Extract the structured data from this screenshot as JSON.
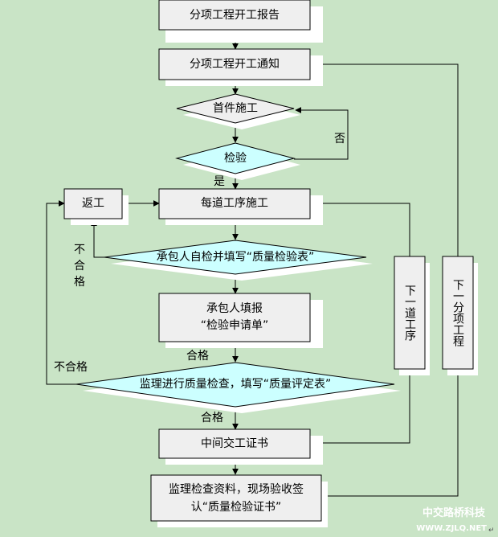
{
  "nodes": {
    "start_report": "分项工程开工报告",
    "start_notice": "分项工程开工通知",
    "first_piece": "首件施工",
    "inspect": "检验",
    "each_process": "每道工序施工",
    "rework": "返工",
    "self_check": "承包人自检并填写“质量检验表”",
    "apply_line1": "承包人填报",
    "apply_line2": "“检验申请单”",
    "supervise": "监理进行质量检查，填写“质量评定表”",
    "interim_cert": "中间交工证书",
    "final_line1": "监理检查资料，现场验收签",
    "final_line2": "认“质量检验证书”",
    "next_process": "下一道工序",
    "next_subproject": "下一分项工程"
  },
  "edge_labels": {
    "no": "否",
    "yes": "是",
    "fail_self_1": "不",
    "fail_self_2": "合",
    "fail_self_3": "格",
    "pass_upper": "合格",
    "fail_supervise": "不合格",
    "pass_lower": "合格"
  },
  "watermark": {
    "name": "中交路桥科技",
    "site": "WWW.ZJLQ.NET"
  },
  "colors": {
    "background": "#c9e4c6",
    "box_fill": "#efefef",
    "diamond_gray": "#efefef",
    "diamond_cyan": "#ccffff",
    "shadow": "#ffffff",
    "line": "#000000"
  }
}
